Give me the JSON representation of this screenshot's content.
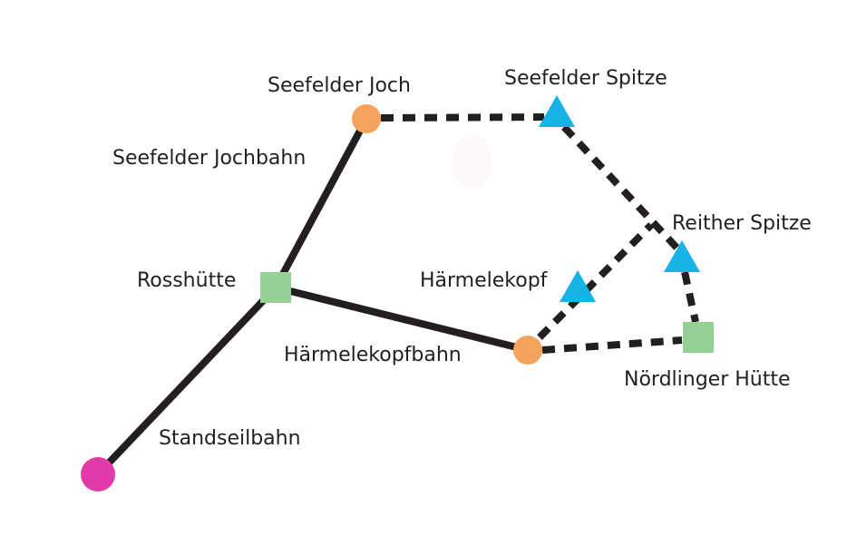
{
  "title": "Seefeld lift and trail network",
  "colors": {
    "line": "#231f20",
    "valley_station": "#e23ba9",
    "hut": "#95d094",
    "top_station": "#f3a35c",
    "peak": "#18b3e6",
    "ghost": "#fdf8f9"
  },
  "nodes": {
    "standseilbahn_base": {
      "type": "valley-station",
      "shape": "circle"
    },
    "rosshuette": {
      "type": "hut",
      "shape": "square",
      "label": "Rosshütte"
    },
    "seefelder_joch": {
      "type": "top-station",
      "shape": "circle",
      "label": "Seefelder Joch"
    },
    "seefelder_spitze": {
      "type": "peak",
      "shape": "triangle",
      "label": "Seefelder Spitze"
    },
    "reither_spitze": {
      "type": "peak",
      "shape": "triangle",
      "label": "Reither Spitze"
    },
    "haermelekopf": {
      "type": "peak",
      "shape": "triangle",
      "label": "Härmelekopf"
    },
    "haermelekopfbahn_top": {
      "type": "top-station",
      "shape": "circle"
    },
    "noerdlinger_huette": {
      "type": "hut",
      "shape": "square",
      "label": "Nördlinger Hütte"
    }
  },
  "lifts": {
    "standseilbahn": {
      "label": "Standseilbahn",
      "style": "solid"
    },
    "seefelder_jochbahn": {
      "label": "Seefelder Jochbahn",
      "style": "solid"
    },
    "haermelekopfbahn": {
      "label": "Härmelekopfbahn",
      "style": "solid"
    }
  },
  "trails": [
    {
      "from": "seefelder_joch",
      "to": "seefelder_spitze",
      "style": "dashed"
    },
    {
      "from": "seefelder_spitze",
      "to": "reither_spitze",
      "style": "dashed"
    },
    {
      "from": "reither_spitze",
      "to": "noerdlinger_huette",
      "style": "dashed"
    },
    {
      "from": "haermelekopfbahn_top",
      "to": "noerdlinger_huette",
      "style": "dashed"
    },
    {
      "from": "haermelekopfbahn_top",
      "to": "haermelekopf",
      "style": "dashed"
    }
  ]
}
